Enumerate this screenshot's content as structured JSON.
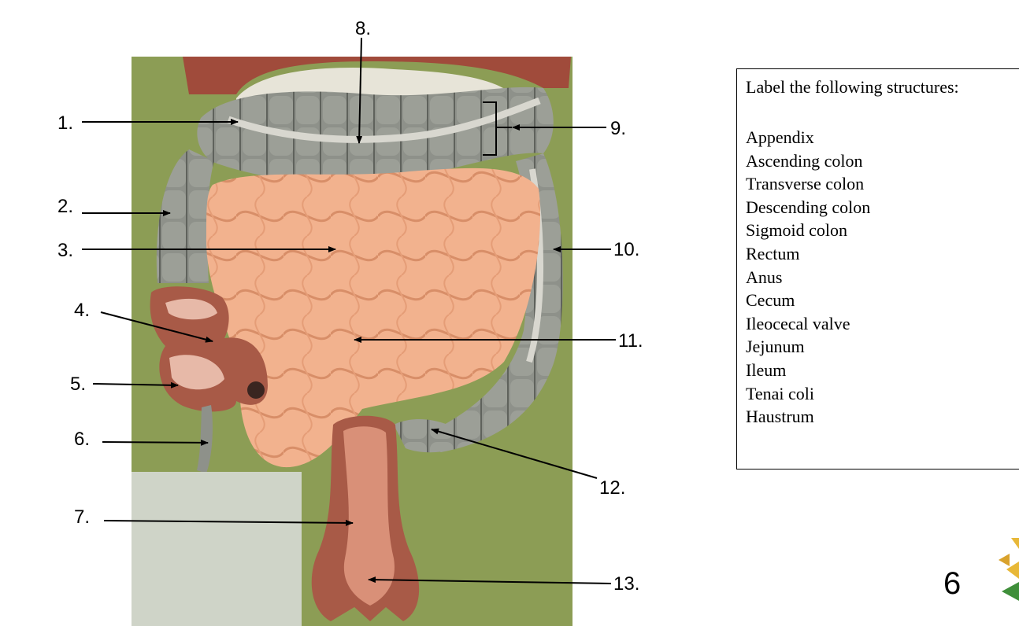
{
  "labels": [
    "1.",
    "2.",
    "3.",
    "4.",
    "5.",
    "6.",
    "7.",
    "8.",
    "9.",
    "10.",
    "11.",
    "12.",
    "13."
  ],
  "box": {
    "title": "Label the following structures:",
    "items": [
      "Appendix",
      "Ascending colon",
      "Transverse colon",
      "Descending colon",
      "Sigmoid colon",
      "Rectum",
      "Anus",
      "Cecum",
      "Ileocecal valve",
      "Jejunum",
      "Ileum",
      "Tenai coli",
      "Haustrum"
    ]
  },
  "page_number": "6",
  "colors": {
    "board": "#8c9d55",
    "colon": "#8e918a",
    "small_intestine": "#f2b28e",
    "cut_section": "#a85a47",
    "arrow": "#000000"
  },
  "icons": [
    "sunflower-logo-icon"
  ]
}
